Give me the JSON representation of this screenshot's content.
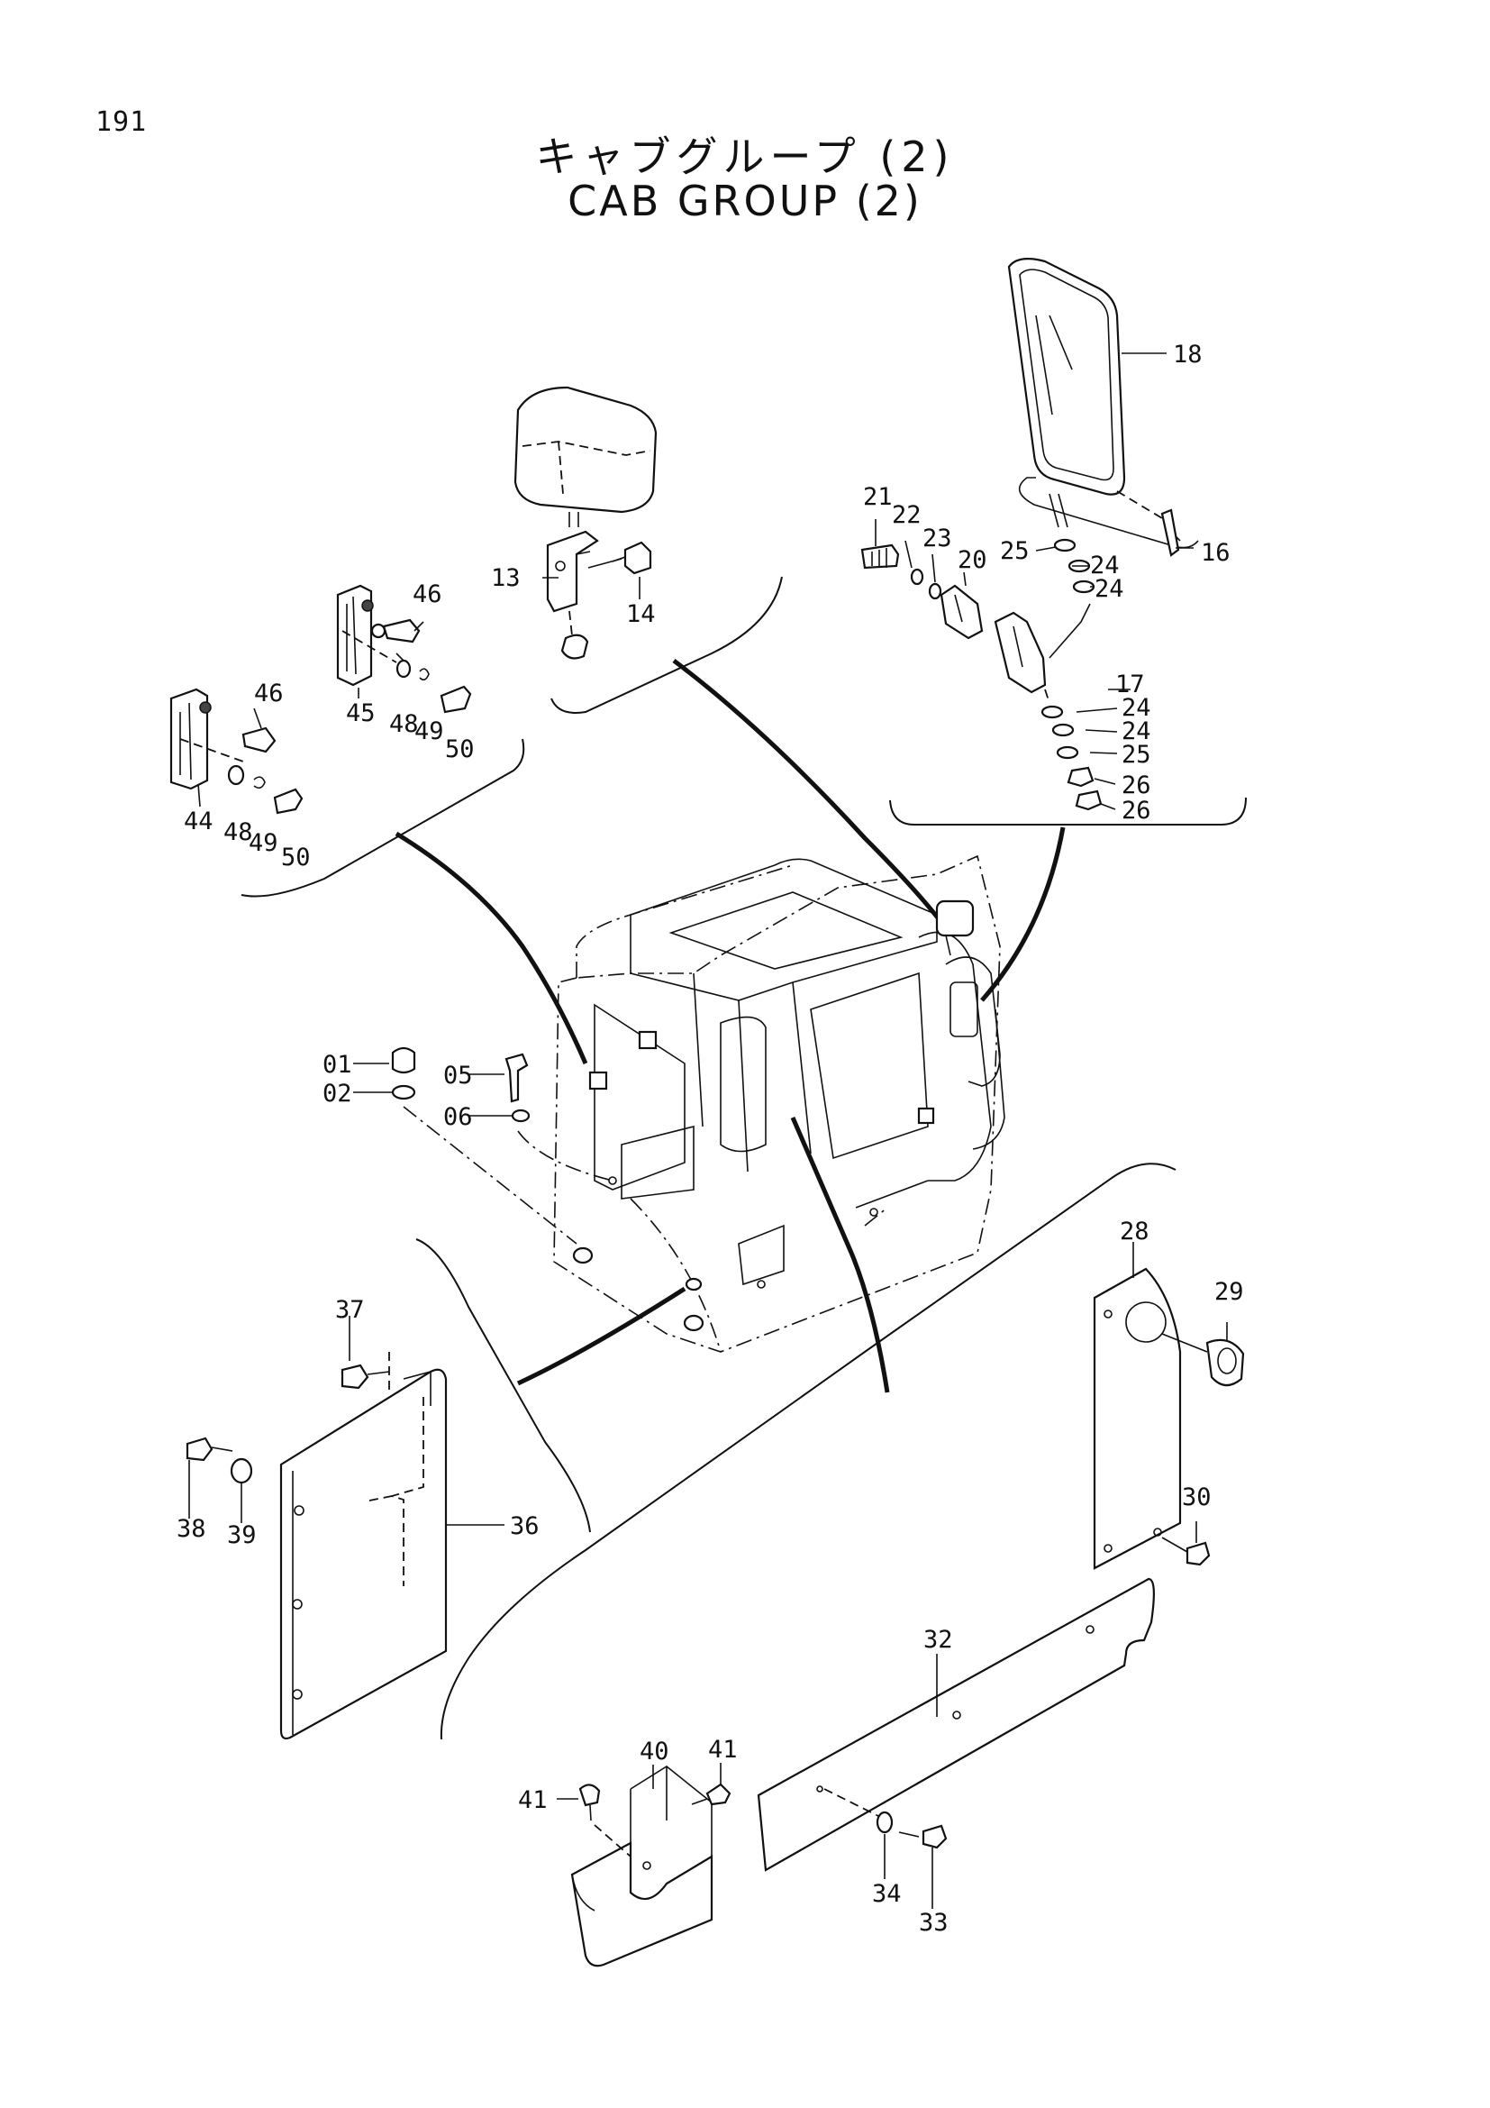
{
  "page_number": "191",
  "title_ja": "キャブグループ (2)",
  "title_en": "CAB GROUP (2)",
  "labels": {
    "p01": "01",
    "p02": "02",
    "p05": "05",
    "p06": "06",
    "p13": "13",
    "p14": "14",
    "p16": "16",
    "p17": "17",
    "p18": "18",
    "p20": "20",
    "p21": "21",
    "p22": "22",
    "p23": "23",
    "p24a": "24",
    "p24b": "24",
    "p24c": "24",
    "p24d": "24",
    "p25a": "25",
    "p25b": "25",
    "p26a": "26",
    "p26b": "26",
    "p28": "28",
    "p29": "29",
    "p30": "30",
    "p32": "32",
    "p33": "33",
    "p34": "34",
    "p36": "36",
    "p37": "37",
    "p38": "38",
    "p39": "39",
    "p40": "40",
    "p41a": "41",
    "p41b": "41",
    "p44": "44",
    "p45": "45",
    "p46a": "46",
    "p46b": "46",
    "p48a": "48",
    "p48b": "48",
    "p49a": "49",
    "p49b": "49",
    "p50a": "50",
    "p50b": "50"
  }
}
